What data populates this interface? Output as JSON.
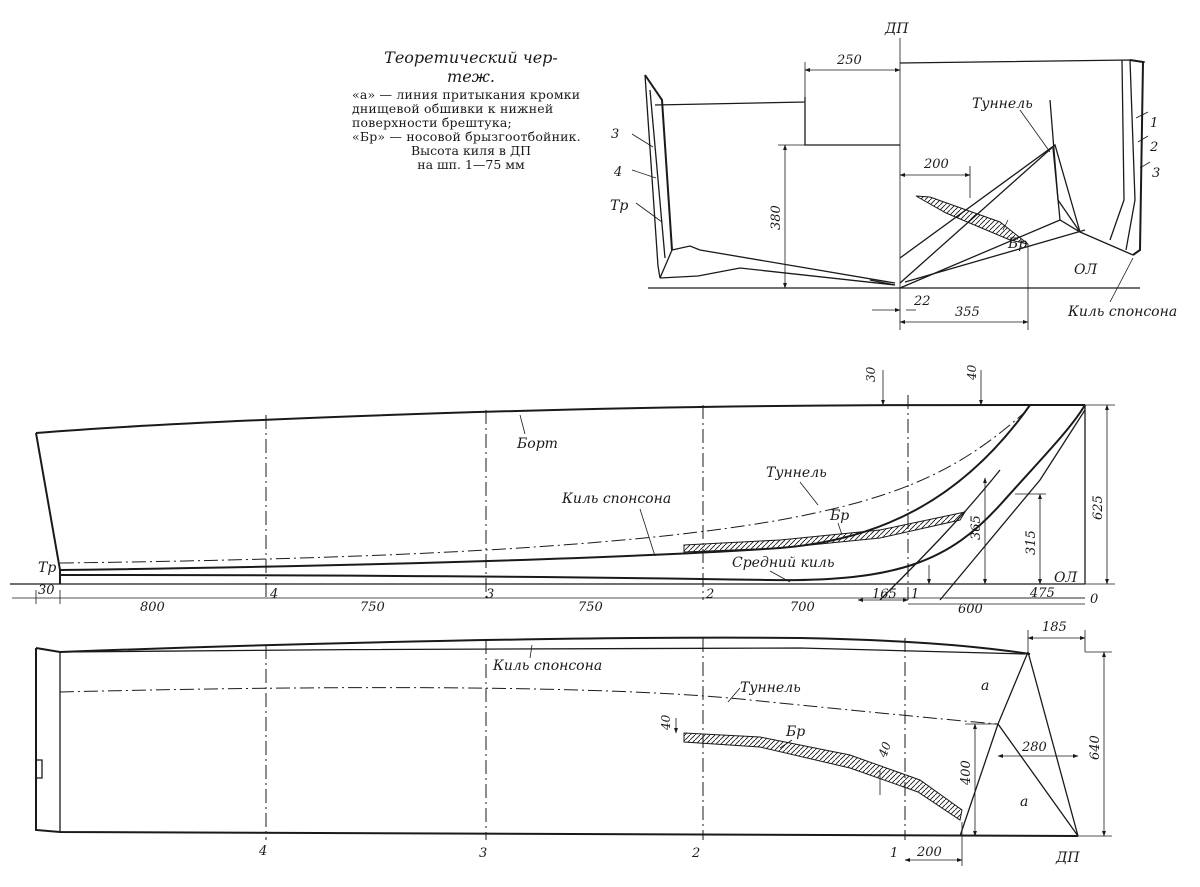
{
  "caption": {
    "title_line1": "Теоретический чер-",
    "title_line2": "теж.",
    "note_a": "«а» — линия притыкания кромки днищевой обшивки к нижней поверхности брештука;",
    "note_br": "«Бр» — носовой брызгоотбойник.",
    "note_keel_1": "Высота киля в ДП",
    "note_keel_2": "на шп. 1—75 мм"
  },
  "body_plan": {
    "dp": "ДП",
    "tunnel": "Туннель",
    "br": "Бр",
    "ol": "ОЛ",
    "sponson_keel": "Киль спонсона",
    "tr": "Тр",
    "frame_3_left": "3",
    "frame_4_left": "4",
    "frame_1_right": "1",
    "frame_2_right": "2",
    "frame_3_right": "3",
    "dim_250": "250",
    "dim_380": "380",
    "dim_200": "200",
    "dim_22": "22",
    "dim_355": "355"
  },
  "profile": {
    "bort": "Борт",
    "tunnel": "Туннель",
    "sponson_keel": "Киль спонсона",
    "br": "Бр",
    "middle_keel": "Средний киль",
    "ol": "ОЛ",
    "tr": "Тр",
    "dim_30_top": "30",
    "dim_40_top": "40",
    "dim_365": "365",
    "dim_315": "315",
    "dim_625": "625",
    "dim_30": "30",
    "dim_800": "800",
    "dim_750_a": "750",
    "dim_750_b": "750",
    "dim_700": "700",
    "dim_165": "165",
    "dim_475": "475",
    "dim_600": "600",
    "st_4": "4",
    "st_3": "3",
    "st_2": "2",
    "st_1": "1",
    "st_0": "0"
  },
  "plan": {
    "sponson_keel": "Киль спонсона",
    "tunnel": "Туннель",
    "br": "Бр",
    "a_upper": "а",
    "a_lower": "а",
    "dp": "ДП",
    "dim_185": "185",
    "dim_280": "280",
    "dim_640": "640",
    "dim_400": "400",
    "dim_40_left": "40",
    "dim_40_right": "40",
    "dim_200": "200",
    "st_4": "4",
    "st_3": "3",
    "st_2": "2",
    "st_1": "1"
  }
}
